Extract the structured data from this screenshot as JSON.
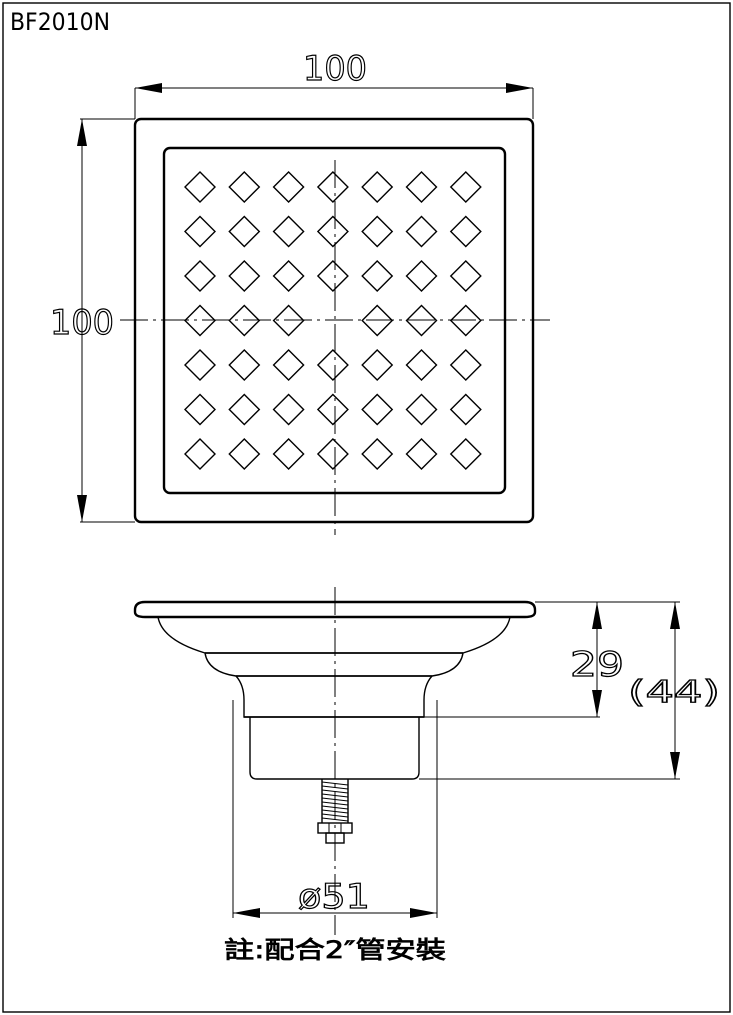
{
  "model": "BF2010N",
  "dimensions": {
    "top_width": "100",
    "top_height": "100",
    "depth_inner": "29",
    "depth_total": "(44)",
    "outlet_diameter": "ø51"
  },
  "note": "註:配合2″管安裝"
}
